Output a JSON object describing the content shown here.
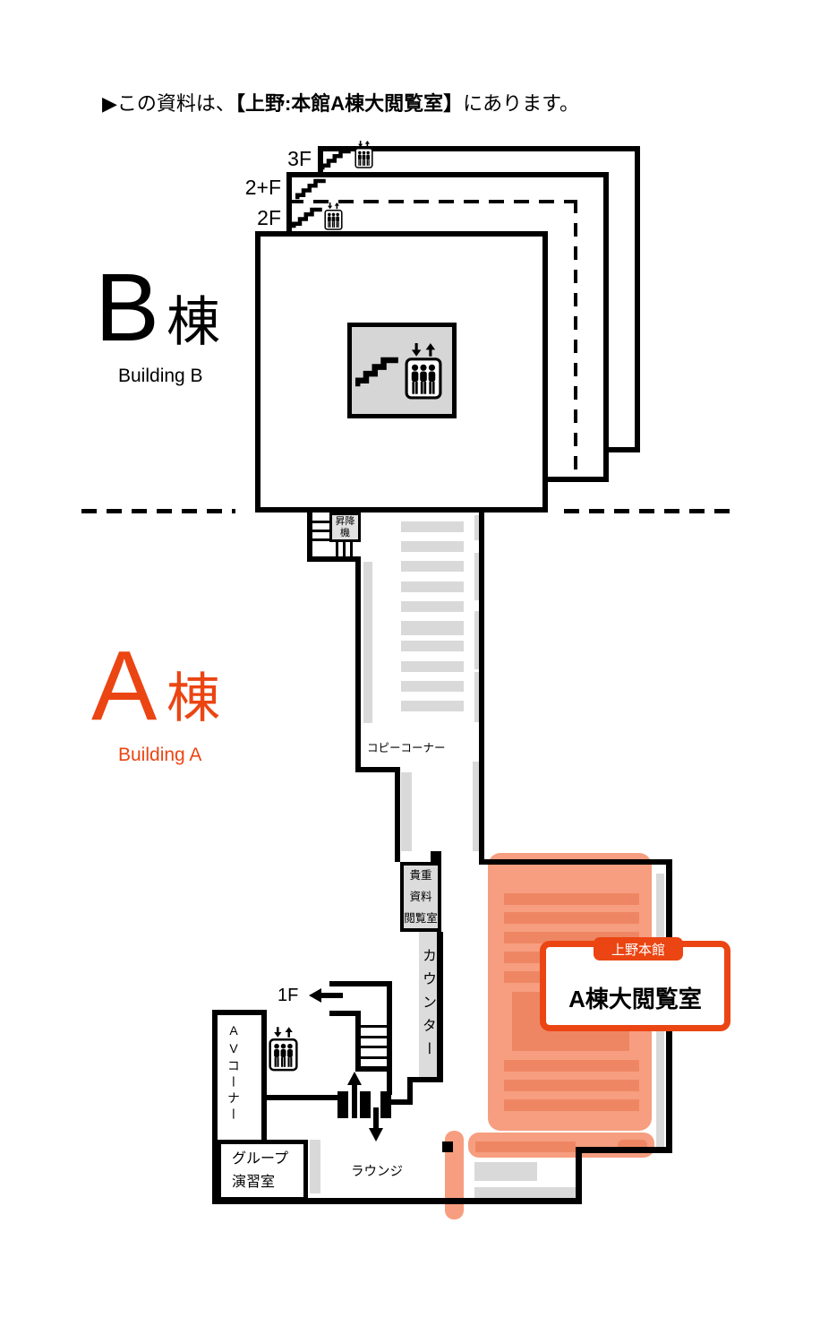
{
  "header": {
    "arrow": "▶",
    "lead": "この資料は、",
    "location": "【上野:本館A棟大閲覧室】",
    "tail": "にあります。"
  },
  "floors": {
    "f3": "3F",
    "f2p": "2+F",
    "f2": "2F",
    "f1": "1F"
  },
  "building_b": {
    "letter": "B",
    "suffix": "棟",
    "en": "Building B"
  },
  "building_a": {
    "letter": "A",
    "suffix": "棟",
    "en": "Building A"
  },
  "labels": {
    "elevator1": "昇降",
    "elevator2": "機",
    "copy_corner": "コピーコーナー",
    "rare1": "貴重",
    "rare2": "資料",
    "rare3": "閲覧室",
    "counter": "カウンター",
    "av_latin": "AV",
    "av_kana": "コーナー",
    "group1": "グループ",
    "group2": "演習室",
    "lounge": "ラウンジ"
  },
  "callout": {
    "badge": "上野本館",
    "title": "A棟大閲覧室"
  },
  "colors": {
    "accent": "#EB4513",
    "highlight": "#F69E7F",
    "highlight_stripe": "#EE8664",
    "shelf_gray": "#D9D9D9"
  }
}
